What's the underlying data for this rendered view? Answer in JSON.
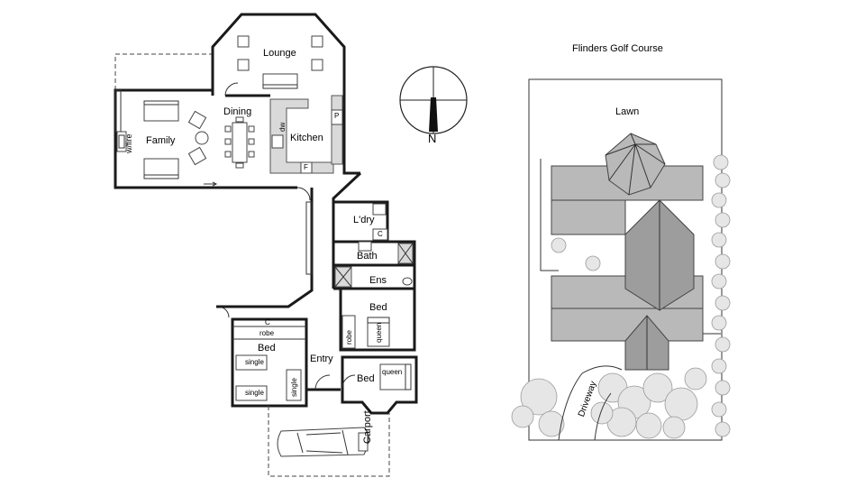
{
  "floorplan": {
    "rooms": {
      "lounge": "Lounge",
      "dining": "Dining",
      "family": "Family",
      "kitchen": "Kitchen",
      "laundry": "L'dry",
      "bath": "Bath",
      "ensuite": "Ens",
      "bed_main": "Bed",
      "bed_left": "Bed",
      "bed_front": "Bed",
      "entry": "Entry",
      "carport": "Carport"
    },
    "fixtures": {
      "wood_fire": "w/fire",
      "dishwasher": "dw",
      "pantry": "P",
      "fridge": "F",
      "cupboard_laundry": "C",
      "cupboard_bed": "C",
      "robe_bed_left": "robe",
      "robe_bed_main": "robe",
      "queen_main": "queen",
      "queen_front": "queen",
      "single_1": "single",
      "single_2": "single",
      "single_3": "single"
    }
  },
  "compass": {
    "label": "N"
  },
  "siteplan": {
    "title": "Flinders Golf Course",
    "lawn": "Lawn",
    "driveway": "Driveway"
  }
}
